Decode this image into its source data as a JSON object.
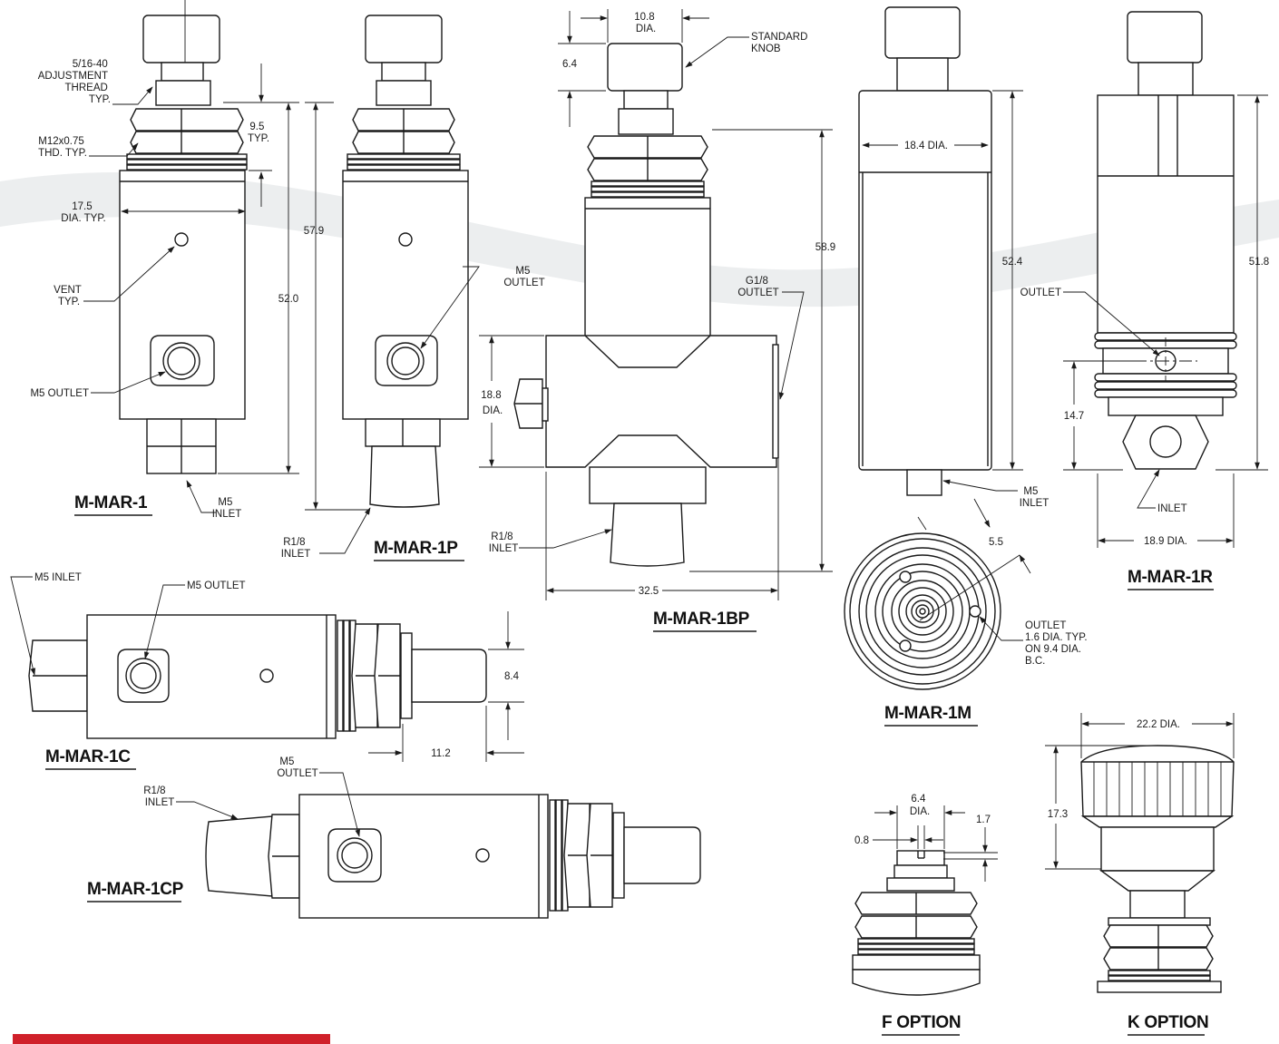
{
  "views": [
    {
      "key": "m_mar_1",
      "title": "M-MAR-1"
    },
    {
      "key": "m_mar_1p",
      "title": "M-MAR-1P"
    },
    {
      "key": "m_mar_1bp",
      "title": "M-MAR-1BP"
    },
    {
      "key": "m_mar_1m",
      "title": "M-MAR-1M"
    },
    {
      "key": "m_mar_1r",
      "title": "M-MAR-1R"
    },
    {
      "key": "m_mar_1c",
      "title": "M-MAR-1C"
    },
    {
      "key": "m_mar_1cp",
      "title": "M-MAR-1CP"
    },
    {
      "key": "f_option",
      "title": "F OPTION"
    },
    {
      "key": "k_option",
      "title": "K OPTION"
    }
  ],
  "labels": {
    "adjustment_thread": [
      "5/16-40",
      "ADJUSTMENT",
      "THREAD",
      "TYP."
    ],
    "thd": [
      "M12x0.75",
      "THD. TYP."
    ],
    "dia_175": [
      "17.5",
      "DIA. TYP."
    ],
    "vent": [
      "VENT",
      "TYP."
    ],
    "m5_outlet_1": "M5 OUTLET",
    "m5_inlet_1": [
      "M5",
      "INLET"
    ],
    "dim_95": [
      "9.5",
      "TYP."
    ],
    "dim_579": "57.9",
    "dim_520": "52.0",
    "m5_outlet_1p": [
      "M5",
      "OUTLET"
    ],
    "r18_inlet_1p": [
      "R1/8",
      "INLET"
    ],
    "dim_108": [
      "10.8",
      "DIA."
    ],
    "standard_knob": [
      "STANDARD",
      "KNOB"
    ],
    "dim_64": "6.4",
    "dim_589": "58.9",
    "g18_outlet": [
      "G1/8",
      "OUTLET"
    ],
    "dim_188": [
      "18.8",
      "DIA."
    ],
    "r18_inlet_1bp": [
      "R1/8",
      "INLET"
    ],
    "dim_325": "32.5",
    "dim_184": "18.4 DIA.",
    "dim_524": "52.4",
    "m5_inlet_1m": [
      "M5",
      "INLET"
    ],
    "dim_55": "5.5",
    "outlet_1m": [
      "OUTLET",
      "1.6 DIA. TYP.",
      "ON 9.4 DIA.",
      "B.C."
    ],
    "outlet_1r": "OUTLET",
    "dim_518": "51.8",
    "dim_147": "14.7",
    "inlet_1r": "INLET",
    "dim_189": "18.9 DIA.",
    "m5_inlet_1c": "M5 INLET",
    "m5_outlet_1c": "M5 OUTLET",
    "dim_84": "8.4",
    "dim_112": "11.2",
    "m5_outlet_1cp": [
      "M5",
      "OUTLET"
    ],
    "r18_inlet_1cp": [
      "R1/8",
      "INLET"
    ],
    "dim_64_dia": [
      "6.4",
      "DIA."
    ],
    "dim_08": "0.8",
    "dim_17": "1.7",
    "dim_222": "22.2 DIA.",
    "dim_173": "17.3"
  },
  "colors": {
    "line": "#1a1a1a",
    "brand_red": "#d0202a",
    "swoosh": "#eceeef"
  }
}
